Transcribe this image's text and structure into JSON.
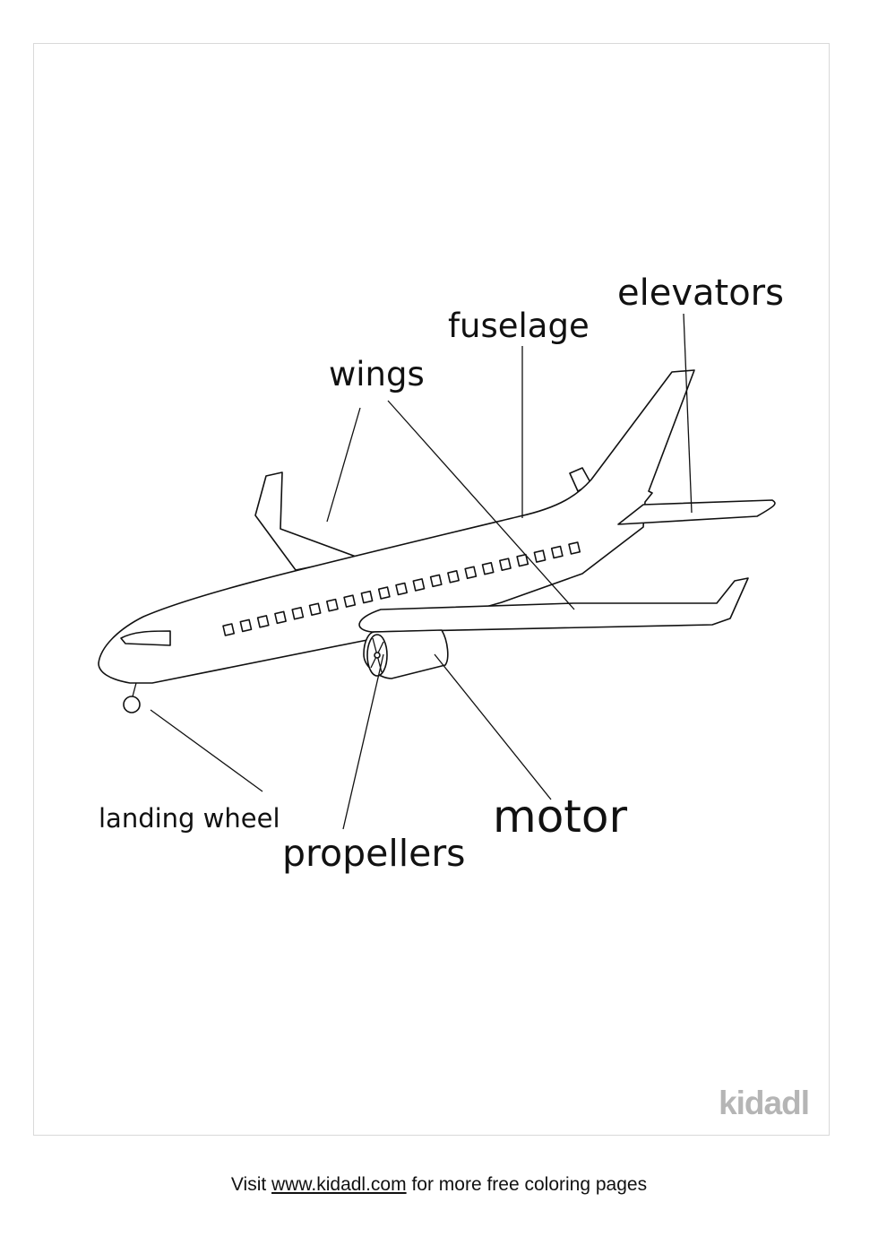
{
  "labels": {
    "elevators": "elevators",
    "fuselage": "fuselage",
    "wings": "wings",
    "landing_wheel": "landing wheel",
    "propellers": "propellers",
    "motor": "motor"
  },
  "logo": "kidadl",
  "footer": {
    "prefix": "Visit",
    "link": "www.kidadl.com",
    "suffix": "for more free coloring pages"
  },
  "colors": {
    "logo": "#b5b5b5",
    "line": "#111111"
  }
}
